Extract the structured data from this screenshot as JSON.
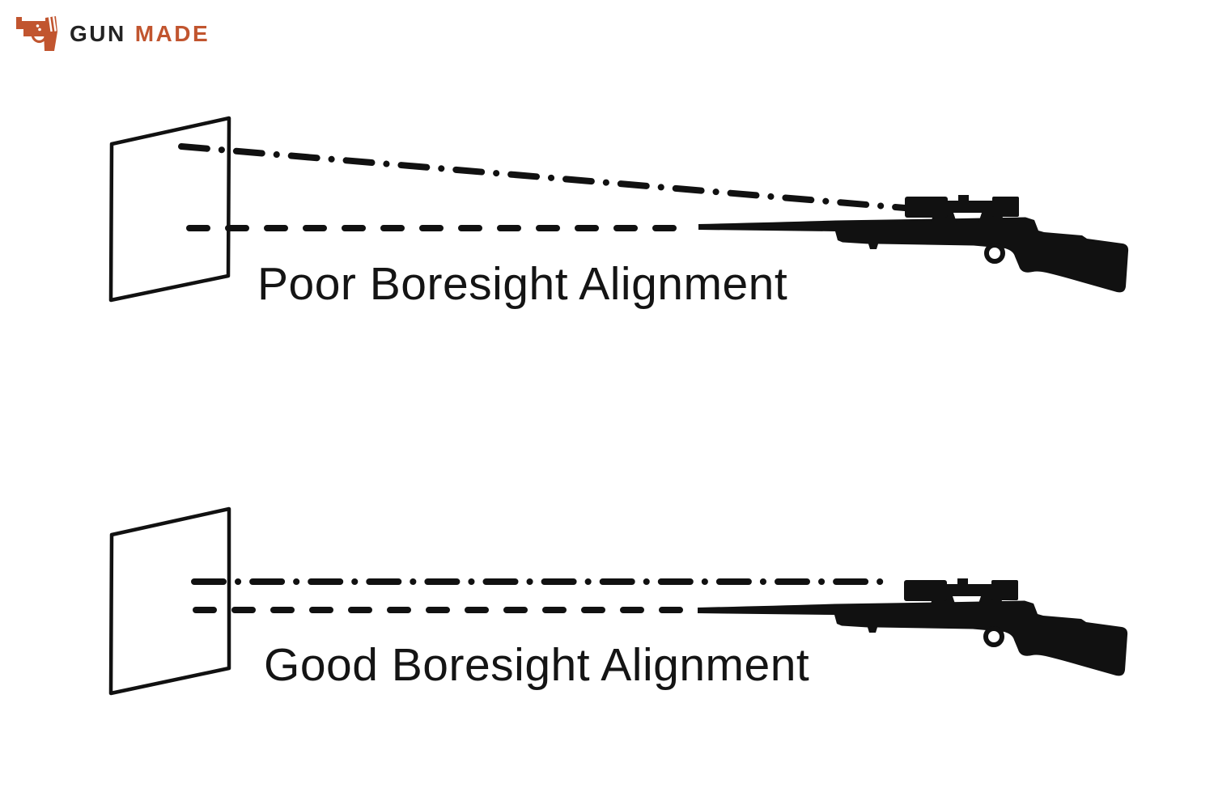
{
  "background": "#ffffff",
  "ink_color": "#111111",
  "brand": {
    "icon": "pistol-icon",
    "name_part1": "GUN",
    "name_part2": "MADE",
    "text_color": "#232323",
    "accent_color": "#C1552F"
  },
  "diagrams": {
    "poor": {
      "label": "Poor Boresight Alignment",
      "target": "target-panel",
      "scope_sight_line_style": "dash-dot, angled downward from target to scope",
      "bore_line_style": "dashed, horizontal from target to barrel muzzle",
      "rifle": "scoped-bolt-action-rifle-silhouette"
    },
    "good": {
      "label": "Good Boresight Alignment",
      "target": "target-panel",
      "scope_sight_line_style": "dash-dot, horizontal from target to scope",
      "bore_line_style": "dashed, horizontal from target to barrel muzzle",
      "rifle": "scoped-bolt-action-rifle-silhouette"
    }
  }
}
